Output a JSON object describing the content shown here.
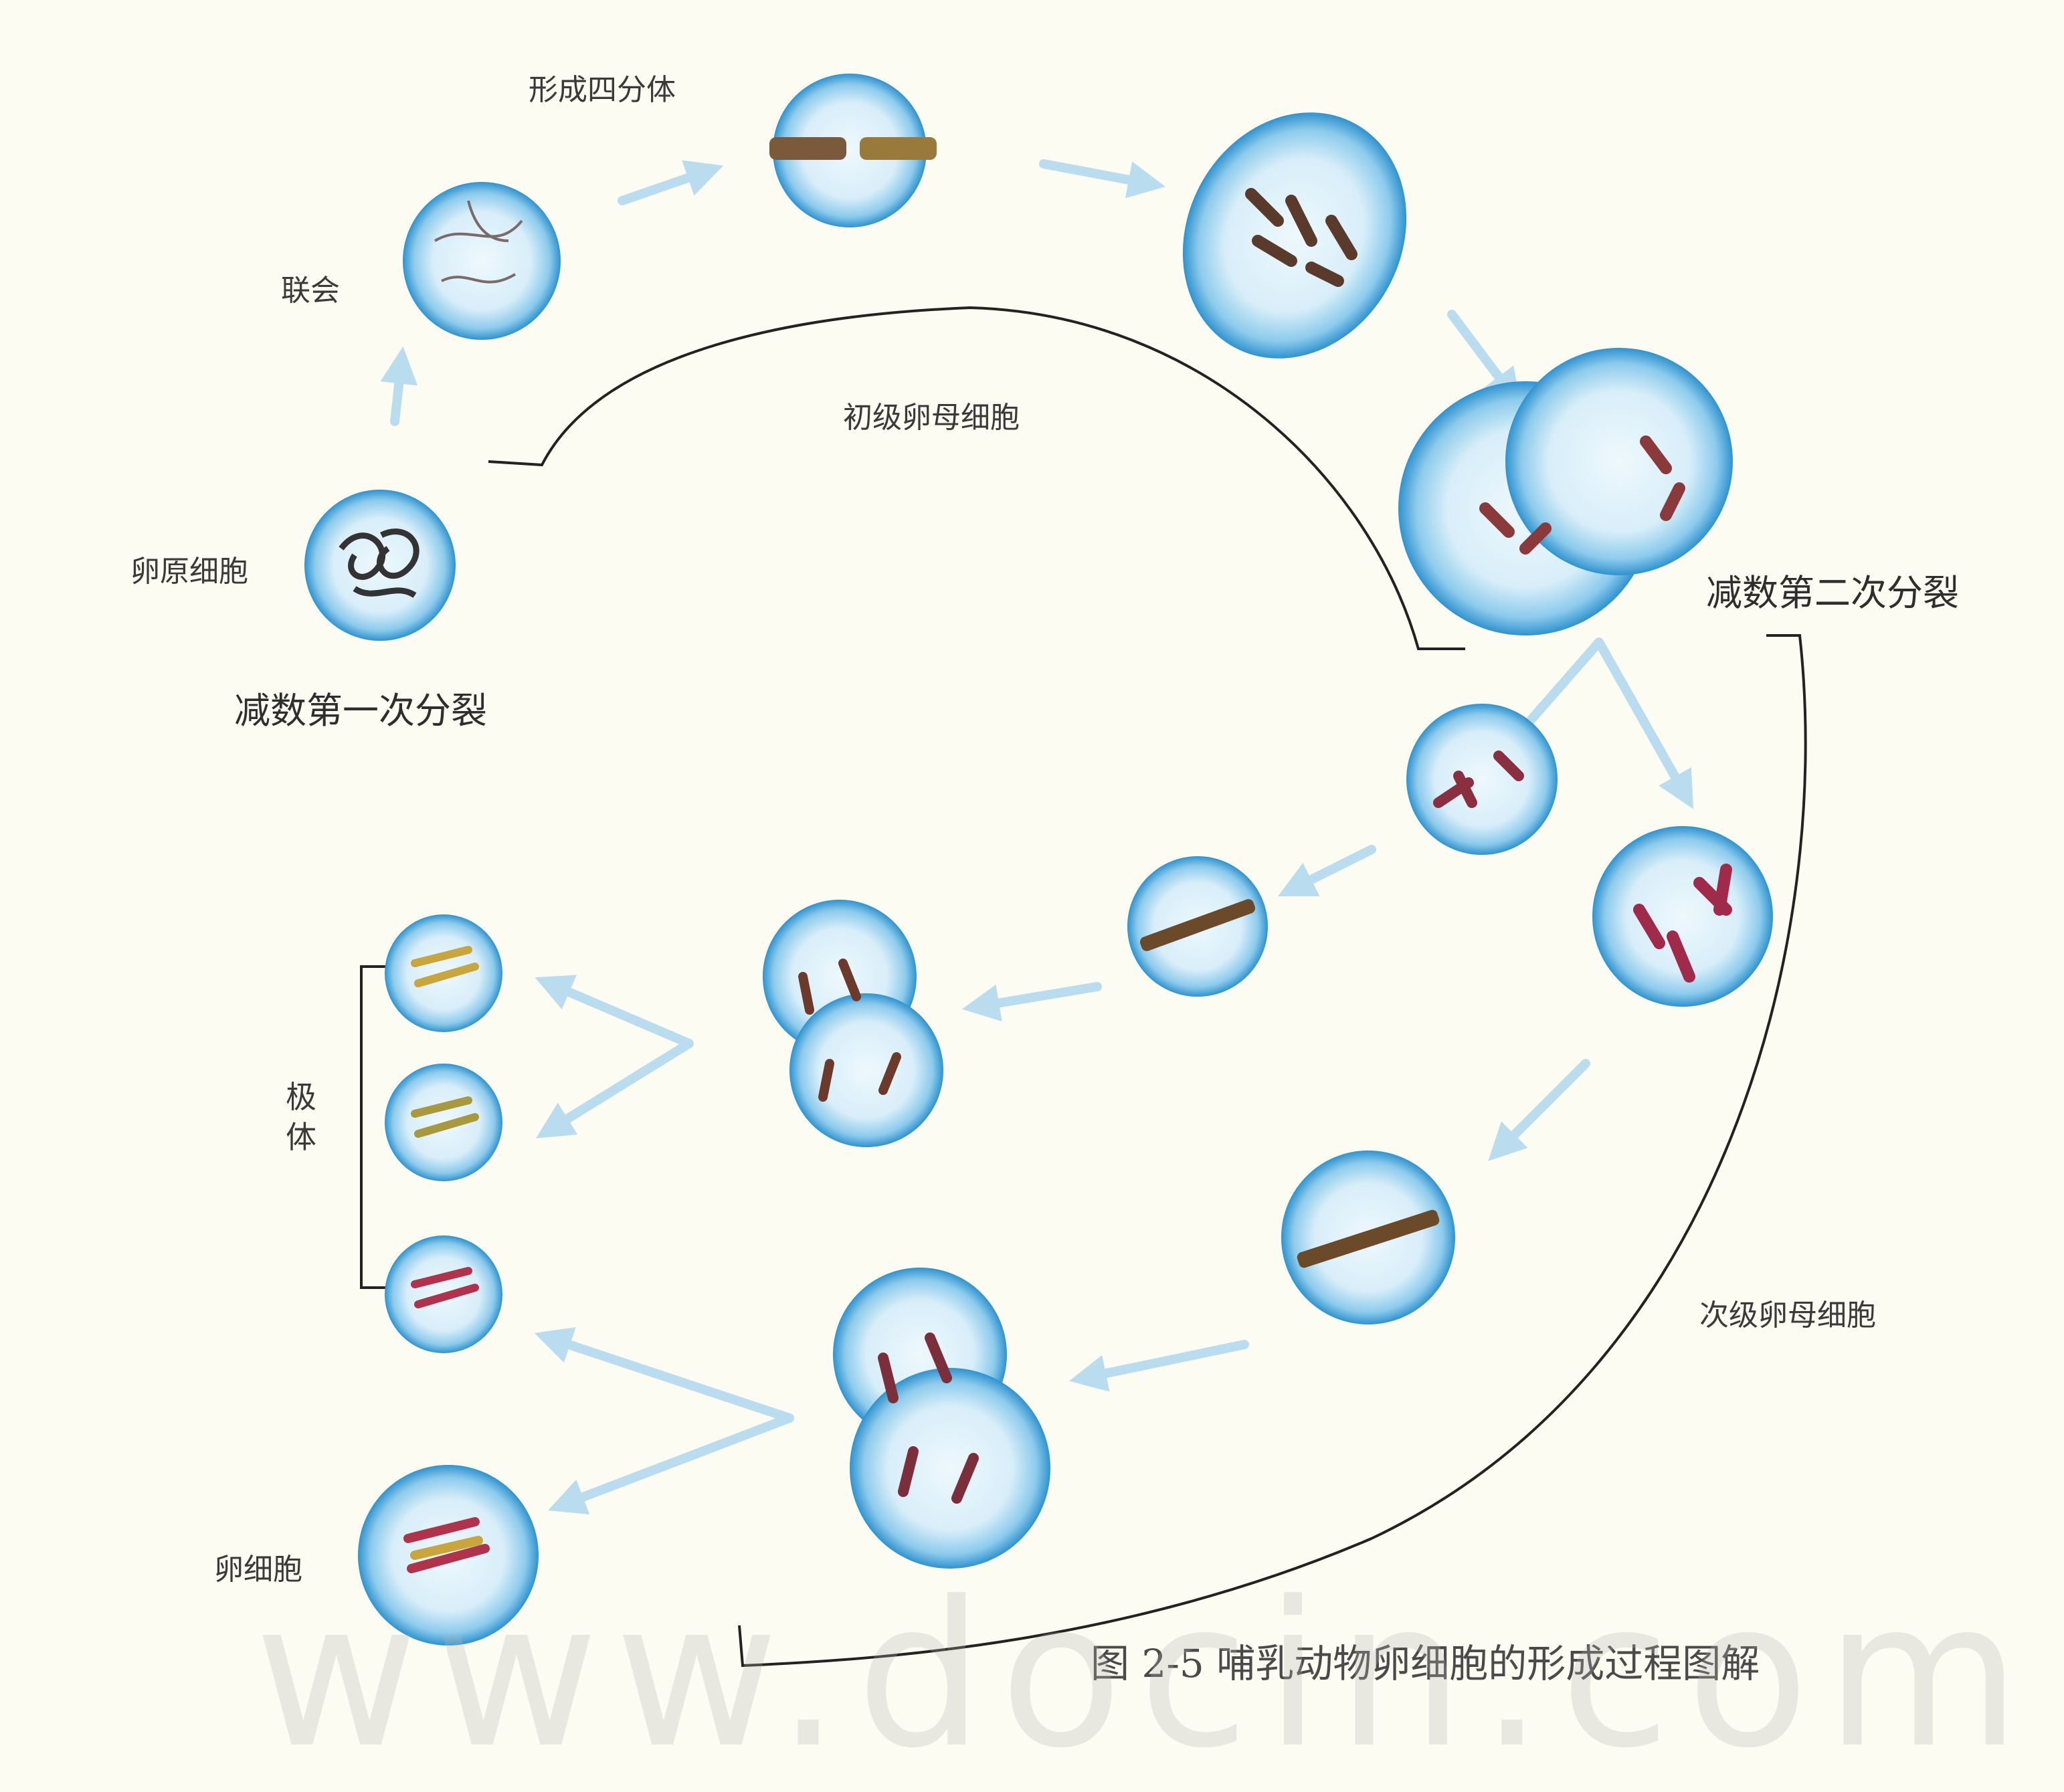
{
  "labels": {
    "synapsis": "联会",
    "tetrad_formation": "形成四分体",
    "primary_oocyte": "初级卵母细胞",
    "oogonium": "卵原细胞",
    "meiosis_one": "减数第一次分裂",
    "meiosis_two": "减数第二次分裂",
    "secondary_oocyte": "次级卵母细胞",
    "polar_body": "极体",
    "egg_cell": "卵细胞"
  },
  "caption": "图 2-5 哺乳动物卵细胞的形成过程图解",
  "watermark": "www.docin.com",
  "colors": {
    "cell_edge": "#2f93cf",
    "cell_mid": "#9fd2ee",
    "cell_center": "#e8f5fc",
    "arrow": "#b9dcef",
    "chromosome_red": "#b0334c",
    "chromosome_brown": "#6b3f22",
    "chromosome_yellow": "#c9a63c",
    "bracket": "#222222"
  }
}
